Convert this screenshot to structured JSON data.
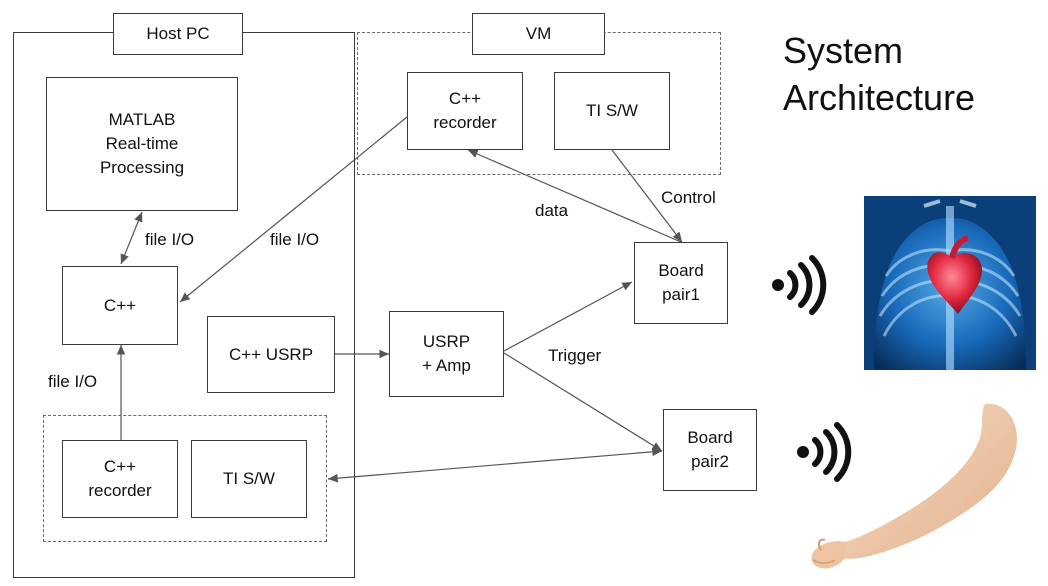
{
  "title": "System\nArchitecture",
  "groups": {
    "host_pc": "Host PC",
    "vm": "VM"
  },
  "blocks": {
    "matlab": "MATLAB\nReal-time\nProcessing",
    "cpp_host": "C++",
    "cpp_usrp": "C++ USRP",
    "host_recorder": "C++\nrecorder",
    "host_ti_sw": "TI S/W",
    "vm_recorder": "C++\nrecorder",
    "vm_ti_sw": "TI S/W",
    "usrp_amp": "USRP\n+ Amp",
    "board_pair1": "Board\npair1",
    "board_pair2": "Board\npair2"
  },
  "labels": {
    "file_io_top": "file I/O",
    "file_io_vm": "file I/O",
    "file_io_bottom": "file I/O",
    "data": "data",
    "control": "Control",
    "trigger": "Trigger"
  },
  "icons": {
    "wireless_1": "wireless-signal-icon",
    "wireless_2": "wireless-signal-icon",
    "chest": "chest-heart-image",
    "arm": "forearm-image"
  },
  "colors": {
    "line": "#555555",
    "border": "#3a3a3a",
    "chest_bg": "#0b3f7a",
    "heart": "#e0283f",
    "skin": "#f0c9a8"
  }
}
